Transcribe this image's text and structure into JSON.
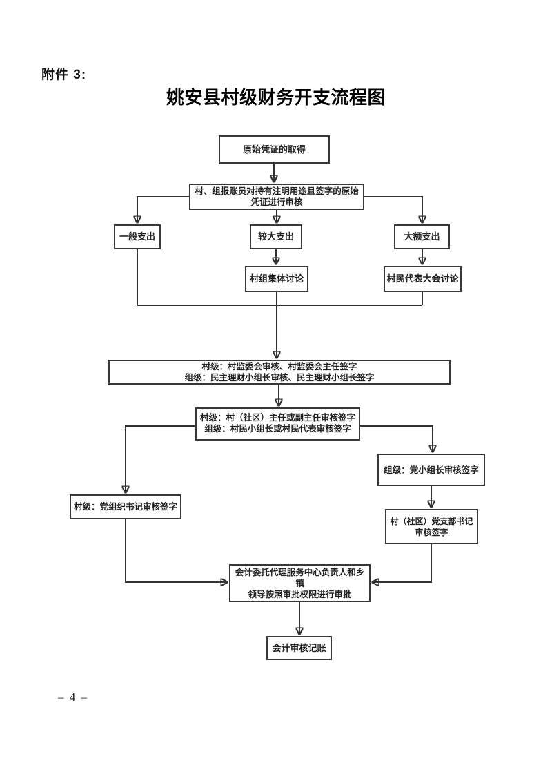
{
  "document": {
    "attachment_label": "附件 3:",
    "title": "姚安县村级财务开支流程图",
    "page_number": "– 4 –"
  },
  "flowchart": {
    "line_color": "#333333",
    "nodes": {
      "original_voucher": {
        "label": "原始凭证的取得"
      },
      "bookkeeper_review": {
        "label": "村、组报账员对持有注明用途且签字的原始\n凭证进行审核"
      },
      "general_expense": {
        "label": "一般支出"
      },
      "major_expense": {
        "label": "较大支出"
      },
      "large_expense": {
        "label": "大额支出"
      },
      "village_group_discussion": {
        "label": "村组集体讨论"
      },
      "villager_congress_discussion": {
        "label": "村民代表大会讨论"
      },
      "supervisory_committee_review": {
        "label": "村级：村监委会审核、村监委会主任签字\n组级：民主理财小组长审核、民主理财小组长签字"
      },
      "director_review": {
        "label": "村级：村（社区）主任或副主任审核签字\n组级：村民小组长或村民代表审核签字"
      },
      "party_group_leader_review": {
        "label": "组级：党小组长审核签字"
      },
      "party_org_secretary_review": {
        "label": "村级：党组织书记审核签字"
      },
      "party_branch_secretary_review": {
        "label": "村（社区）党支部书记\n审核签字"
      },
      "agency_center_approval": {
        "label": "会计委托代理服务中心负责人和乡镇\n领导按照审批权限进行审批"
      },
      "accounting_bookkeeping": {
        "label": "会计审核记账"
      }
    }
  }
}
